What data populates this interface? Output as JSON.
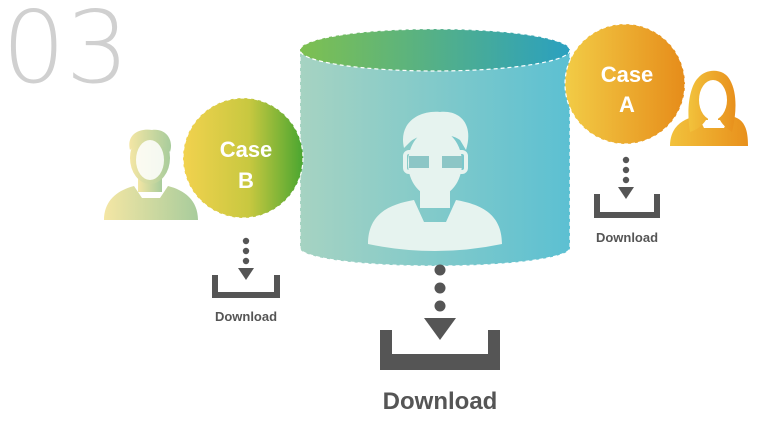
{
  "step_number": "03",
  "colors": {
    "step_number": "#d0d0d0",
    "icon_dark": "#555555",
    "cylinder_top_left": "#7ec050",
    "cylinder_top_right": "#2aa0c0",
    "cylinder_body_left": "#9fd0c0",
    "cylinder_body_right": "#5ec0d0",
    "case_a_left": "#f0c840",
    "case_a_right": "#e8901c",
    "case_b_left": "#f0d050",
    "case_b_right": "#50a830"
  },
  "center": {
    "person_icon": "man-with-glasses-icon",
    "download_label": "Download"
  },
  "case_a": {
    "line1": "Case",
    "line2": "A",
    "person_icon": "woman-icon",
    "download_label": "Download"
  },
  "case_b": {
    "line1": "Case",
    "line2": "B",
    "person_icon": "man-icon",
    "download_label": "Download"
  }
}
